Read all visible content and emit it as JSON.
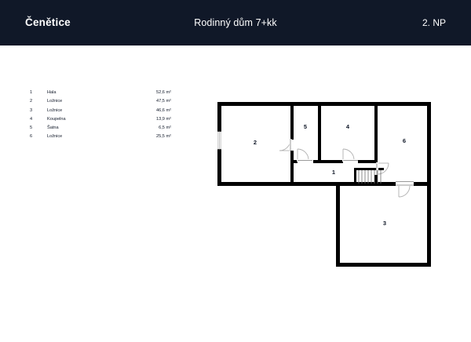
{
  "header": {
    "location": "Čenětice",
    "title": "Rodinný dům 7+kk",
    "floor": "2. NP",
    "background_color": "#101828",
    "text_color": "#ffffff"
  },
  "legend": {
    "rows": [
      {
        "num": "1",
        "name": "Hala",
        "area": "52,6 m²"
      },
      {
        "num": "2",
        "name": "Ložnice",
        "area": "47,5 m²"
      },
      {
        "num": "3",
        "name": "Ložnice",
        "area": "46,6 m²"
      },
      {
        "num": "4",
        "name": "Koupelna",
        "area": "13,9 m²"
      },
      {
        "num": "5",
        "name": "Šatna",
        "area": "6,5 m²"
      },
      {
        "num": "6",
        "name": "Ložnice",
        "area": "25,5 m²"
      }
    ]
  },
  "floorplan": {
    "wall_color": "#000000",
    "fill_color": "#ffffff",
    "labels": [
      {
        "id": "1",
        "text": "1"
      },
      {
        "id": "2",
        "text": "2"
      },
      {
        "id": "3",
        "text": "3"
      },
      {
        "id": "4",
        "text": "4"
      },
      {
        "id": "5",
        "text": "5"
      },
      {
        "id": "6",
        "text": "6"
      }
    ]
  }
}
